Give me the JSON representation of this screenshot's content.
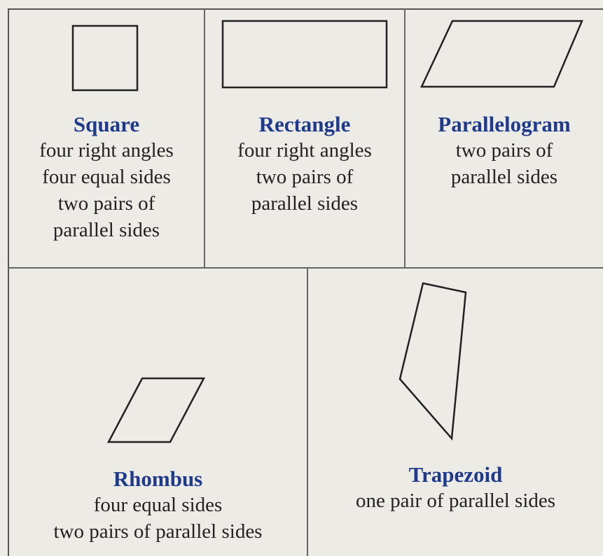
{
  "shapes": {
    "square": {
      "name": "Square",
      "lines": [
        "four right angles",
        "four equal sides",
        "two pairs of",
        "parallel sides"
      ]
    },
    "rectangle": {
      "name": "Rectangle",
      "lines": [
        "four right angles",
        "two pairs of",
        "parallel sides"
      ]
    },
    "parallelogram": {
      "name": "Parallelogram",
      "lines": [
        "two pairs of",
        "parallel sides"
      ]
    },
    "rhombus": {
      "name": "Rhombus",
      "lines": [
        "four equal sides",
        "two pairs of parallel sides"
      ]
    },
    "trapezoid": {
      "name": "Trapezoid",
      "lines": [
        "one pair of parallel sides"
      ]
    }
  },
  "colors": {
    "title": "#1f3a8a",
    "text": "#222222",
    "border": "#555555"
  }
}
